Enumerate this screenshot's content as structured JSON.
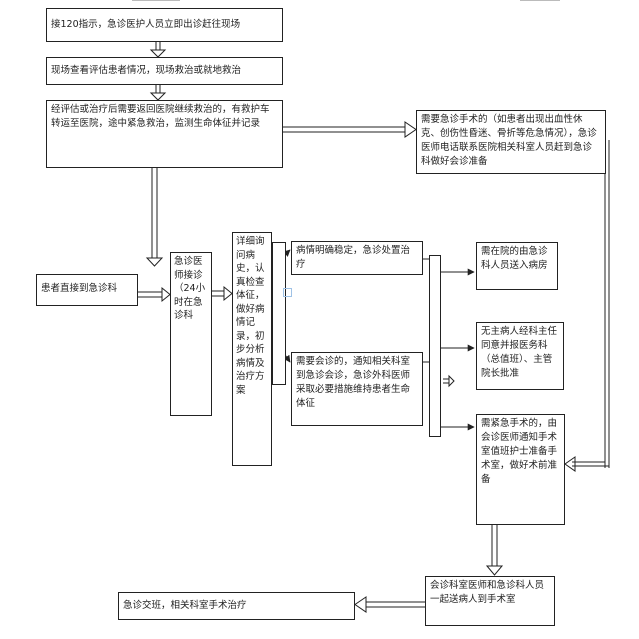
{
  "flow": {
    "step1": "接120指示，急诊医护人员立即出诊赶往现场",
    "step2": "现场查看评估患者情况，现场救治或就地救治",
    "step3": "经评估或治疗后需要返回医院继续救治的，有救护车转运至医院，途中紧急救治，监测生命体征并记录",
    "surgery_need": "需要急诊手术的（如患者出现出血性休克、创伤性昏迷、骨折等危急情况），急诊医师电话联系医院相关科室人员赶到急诊科做好会诊准备",
    "walk_in": "患者直接到急诊科",
    "triage": "急诊医师接诊（24小时在急诊科",
    "assess": "详细询问病史，认真检查体征，做好病情记录，初步分析病情及治疗方案",
    "stable": "病情明确稳定，急诊处置治疗",
    "consult": "需要会诊的，通知相关科室到急诊会诊，急诊外科医师采取必要措施维持患者生命体征",
    "inpatient": "需在院的由急诊科人员送入病房",
    "no_attending": "无主病人经科主任同意并报医务科（总值班）、主管院长批准",
    "urgent_surgery": "需紧急手术的，由会诊医师通知手术室值班护士准备手术室，做好术前准备",
    "escort_or": "会诊科室医师和急诊科人员一起送病人到手术室",
    "handover": "急诊交班，相关科室手术治疗"
  }
}
